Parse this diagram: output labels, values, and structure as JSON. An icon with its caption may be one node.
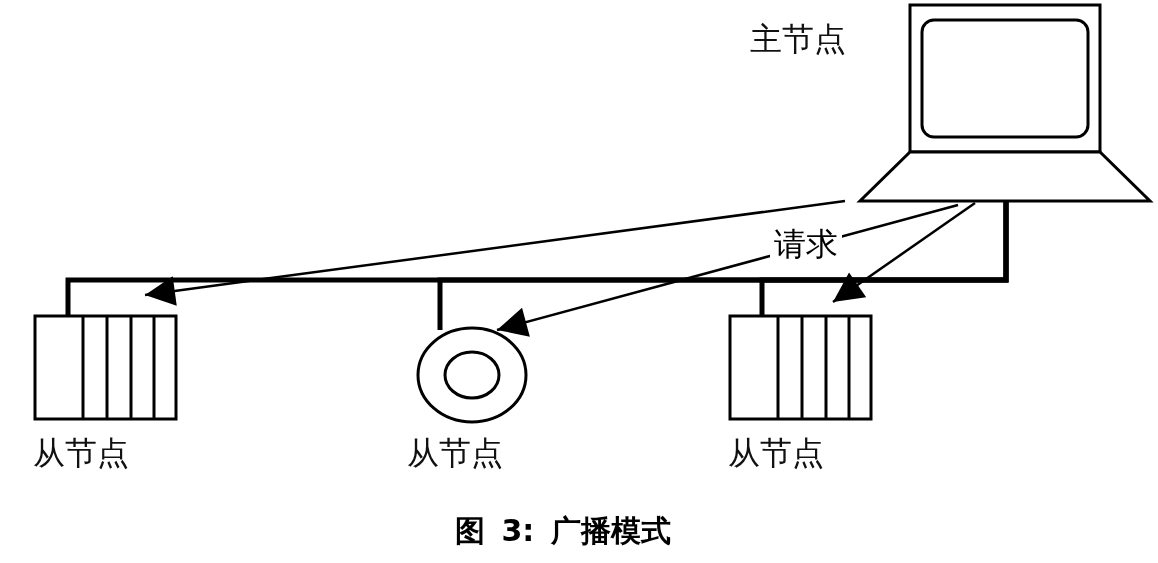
{
  "diagram": {
    "caption": "图 3: 广播模式",
    "nodes": [
      {
        "text": [
          "主节点"
        ]
      },
      {
        "text": [
          "从节点"
        ]
      },
      {
        "text": [
          "从节点"
        ]
      },
      {
        "text": [
          "从节点"
        ]
      }
    ],
    "edges": [
      {
        "from": 0,
        "to": 1,
        "arrow": "none",
        "style": "thick"
      },
      {
        "from": 0,
        "to": 2,
        "arrow": "none",
        "style": "thick"
      },
      {
        "from": 0,
        "to": 3,
        "arrow": "none",
        "style": "thick"
      },
      {
        "from": 0,
        "to": 1,
        "arrow": "to"
      },
      {
        "from": 0,
        "to": 2,
        "arrow": "to"
      },
      {
        "from": 0,
        "to": 3,
        "arrow": "to"
      }
    ],
    "labels": [
      "请求"
    ]
  }
}
